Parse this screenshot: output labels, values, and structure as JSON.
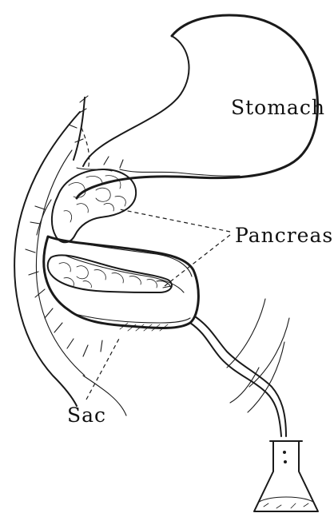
{
  "labels": {
    "stomach": "Stomach",
    "pancreas": "Pancreas",
    "sac": "Sac"
  }
}
